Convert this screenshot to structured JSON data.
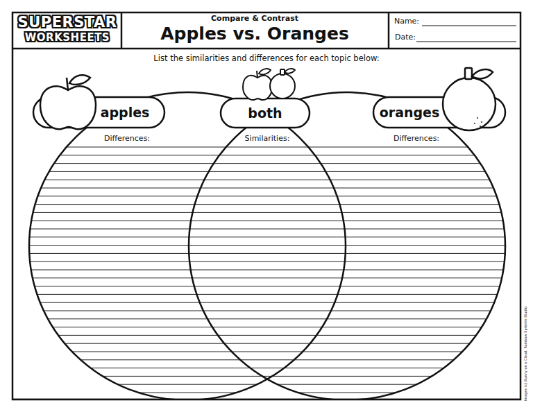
{
  "diagram": {
    "title": "Apples vs. Oranges",
    "nodes": [
      {
        "text": [
          "apples",
          "Differences:"
        ]
      },
      {
        "text": [
          "both",
          "Similarities:"
        ]
      },
      {
        "text": [
          "oranges",
          "Differences:"
        ]
      }
    ],
    "labels": [
      "SUPERSTAR",
      "WORKSHEETS",
      "Compare & Contrast",
      "Name:",
      "Date:",
      "List the similarities and differences for each topic below:",
      "Images (c) Bunny on a Cloud, Rainbow Sprinkle Studio"
    ]
  }
}
